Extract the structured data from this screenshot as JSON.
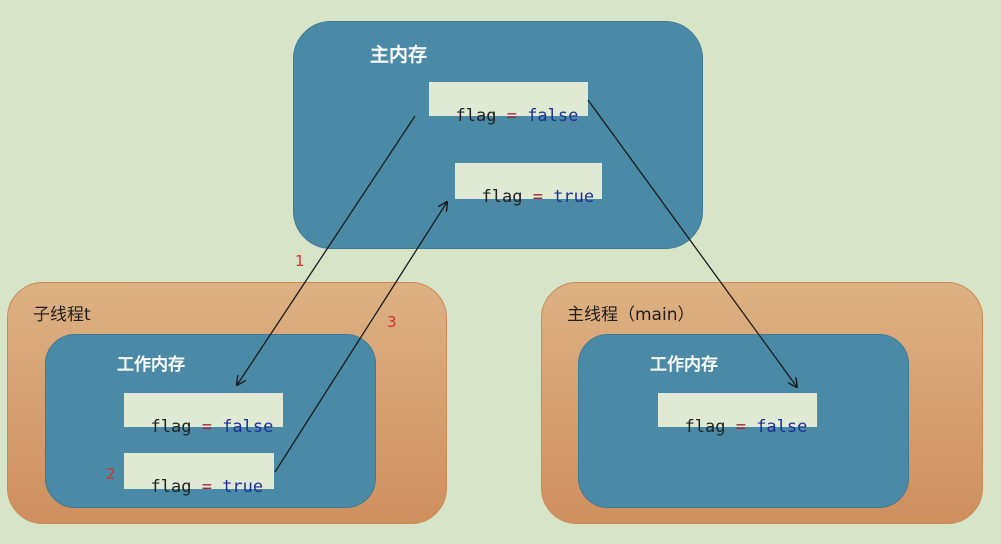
{
  "main_memory": {
    "title": "主内存",
    "vars": [
      {
        "name": "flag",
        "op": "=",
        "value": "false"
      },
      {
        "name": "flag",
        "op": "=",
        "value": "true"
      }
    ]
  },
  "thread_t": {
    "title": "子线程t",
    "work_title": "工作内存",
    "vars": [
      {
        "name": "flag",
        "op": "=",
        "value": "false"
      },
      {
        "name": "flag",
        "op": "=",
        "value": "true"
      }
    ]
  },
  "thread_main": {
    "title": "主线程（main）",
    "work_title": "工作内存",
    "vars": [
      {
        "name": "flag",
        "op": "=",
        "value": "false"
      }
    ]
  },
  "steps": [
    "1",
    "2",
    "3"
  ]
}
